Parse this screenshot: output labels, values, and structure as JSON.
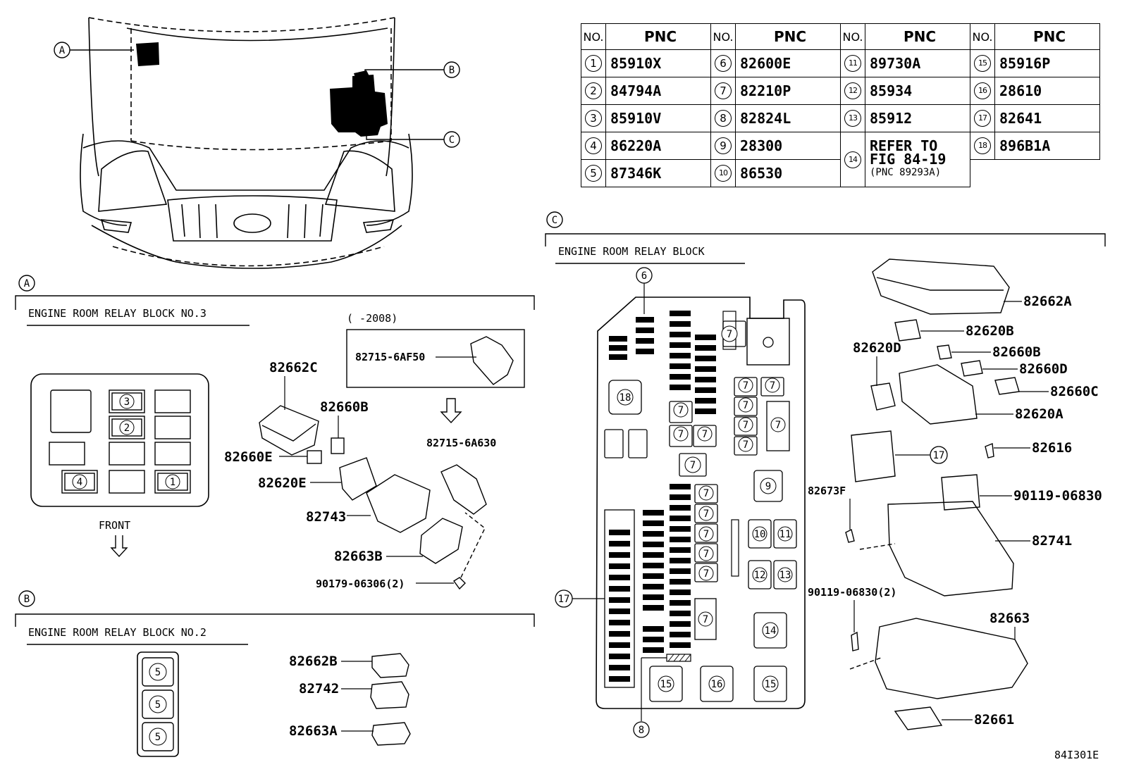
{
  "pnc_table": {
    "headers": [
      {
        "no": "NO.",
        "pnc": "PNC"
      },
      {
        "no": "NO.",
        "pnc": "PNC"
      },
      {
        "no": "NO.",
        "pnc": "PNC"
      },
      {
        "no": "NO.",
        "pnc": "PNC"
      }
    ],
    "rows": [
      [
        {
          "no": "1",
          "pnc": "85910X"
        },
        {
          "no": "6",
          "pnc": "82600E"
        },
        {
          "no": "11",
          "pnc": "89730A"
        },
        {
          "no": "15",
          "pnc": "85916P"
        }
      ],
      [
        {
          "no": "2",
          "pnc": "84794A"
        },
        {
          "no": "7",
          "pnc": "82210P"
        },
        {
          "no": "12",
          "pnc": "85934"
        },
        {
          "no": "16",
          "pnc": "28610"
        }
      ],
      [
        {
          "no": "3",
          "pnc": "85910V"
        },
        {
          "no": "8",
          "pnc": "82824L"
        },
        {
          "no": "13",
          "pnc": "85912"
        },
        {
          "no": "17",
          "pnc": "82641"
        }
      ],
      [
        {
          "no": "4",
          "pnc": "86220A"
        },
        {
          "no": "9",
          "pnc": "28300"
        },
        {
          "no": "14",
          "refer": [
            "REFER TO",
            "FIG 84-19",
            "(PNC 89293A)"
          ]
        },
        {
          "no": "18",
          "pnc": "896B1A"
        }
      ],
      [
        {
          "no": "5",
          "pnc": "87346K"
        },
        {
          "no": "10",
          "pnc": "86530"
        }
      ]
    ]
  },
  "vehicle": {
    "callouts": [
      "A",
      "B",
      "C"
    ]
  },
  "section_a": {
    "marker": "A",
    "title": "ENGINE ROOM RELAY BLOCK NO.3",
    "front_label": "FRONT",
    "block_slots": [
      "3",
      "2",
      "4",
      "1"
    ],
    "year_note": "(       -2008)",
    "parts": [
      "82715-6AF50",
      "82715-6A630",
      "82662C",
      "82660B",
      "82660E",
      "82620E",
      "82743",
      "82663B",
      "90179-06306(2)"
    ]
  },
  "section_b": {
    "marker": "B",
    "title": "ENGINE ROOM RELAY BLOCK NO.2",
    "block_slots": [
      "5",
      "5",
      "5"
    ],
    "parts": [
      "82662B",
      "82742",
      "82663A"
    ]
  },
  "section_c": {
    "marker": "C",
    "title": "ENGINE ROOM RELAY BLOCK",
    "parts": [
      "82662A",
      "82620B",
      "82620D",
      "82660B",
      "82660D",
      "82660C",
      "82620A",
      "82616",
      "82673F",
      "90119-06830",
      "82741",
      "90119-06830(2)",
      "82663",
      "82661"
    ]
  },
  "figure_code": "84I301E"
}
